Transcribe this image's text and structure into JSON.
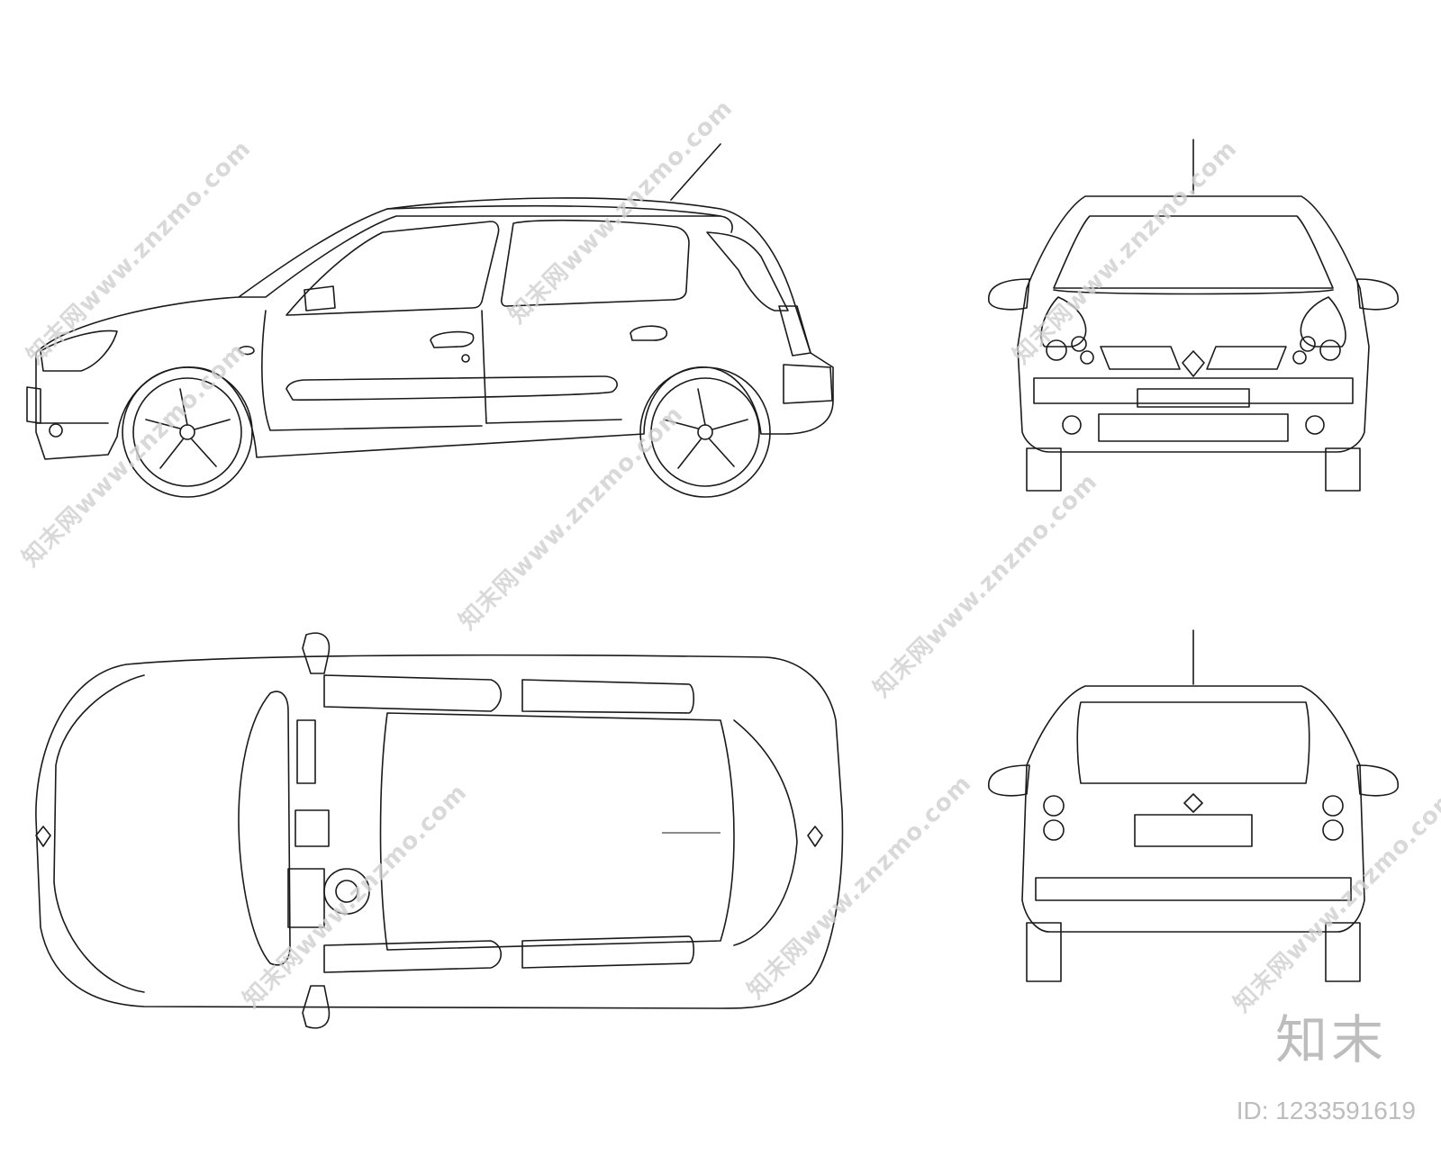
{
  "watermark": {
    "text": "知末网www.znzmo.com",
    "brand": "知末",
    "id_label": "ID: 1233591619"
  },
  "views": {
    "side": "side-view",
    "front": "front-view",
    "top": "top-view",
    "rear": "rear-view"
  },
  "colors": {
    "line": "#1a1a1a",
    "watermark": "#d0d0d0"
  }
}
